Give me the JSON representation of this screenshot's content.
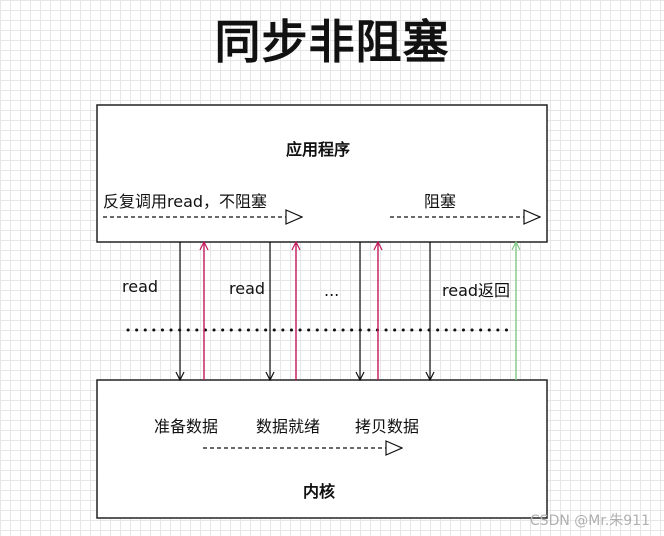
{
  "title": "同步非阻塞",
  "app_box": {
    "label": "应用程序",
    "loop_text": "反复调用read，不阻塞",
    "block_text": "阻塞"
  },
  "kernel_box": {
    "label": "内核",
    "steps": [
      "准备数据",
      "数据就绪",
      "拷贝数据"
    ]
  },
  "calls": [
    "read",
    "read",
    "...",
    "read返回"
  ],
  "watermark": "CSDN @Mr.朱911",
  "colors": {
    "call": "#000000",
    "return_error": "#c2185b",
    "return_ok": "#81c784"
  }
}
